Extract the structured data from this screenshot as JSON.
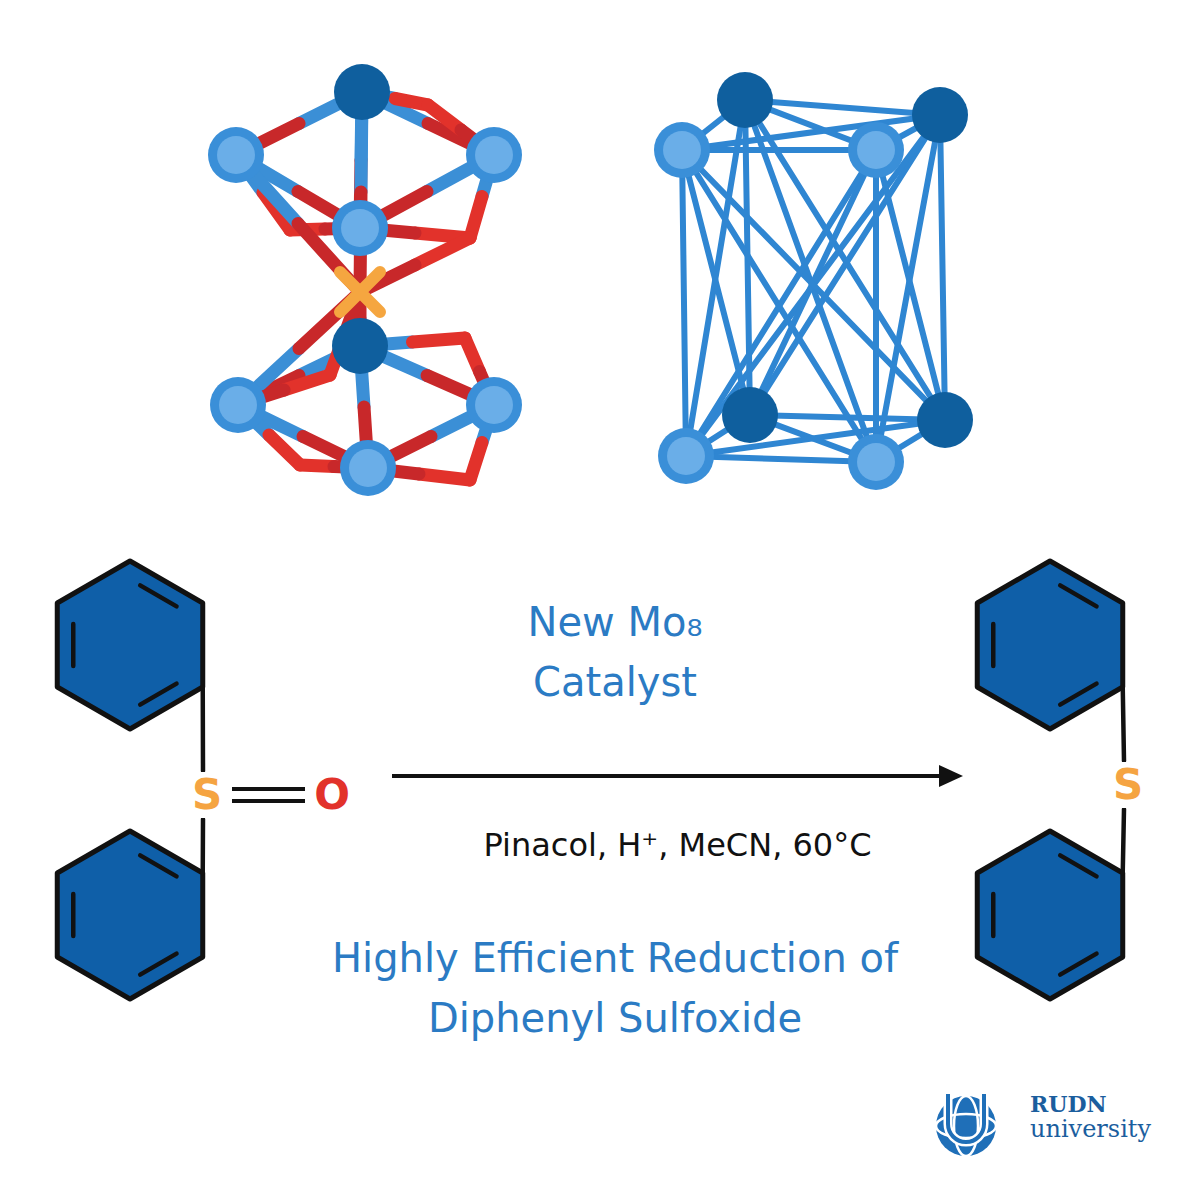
{
  "diagram": {
    "nodes": [
      {
        "text": [
          "S",
          "O"
        ]
      },
      {
        "text": [
          "S"
        ]
      }
    ],
    "edges": [
      {
        "from": 0,
        "to": 1,
        "arrow": "to",
        "label": "Pinacol, H⁺, MeCN, 60°C"
      }
    ],
    "labels": [
      "New Mo₈ Catalyst",
      "Highly Efficient Reduction of Diphenyl Sulfoxide",
      "RUDN",
      "university"
    ]
  }
}
